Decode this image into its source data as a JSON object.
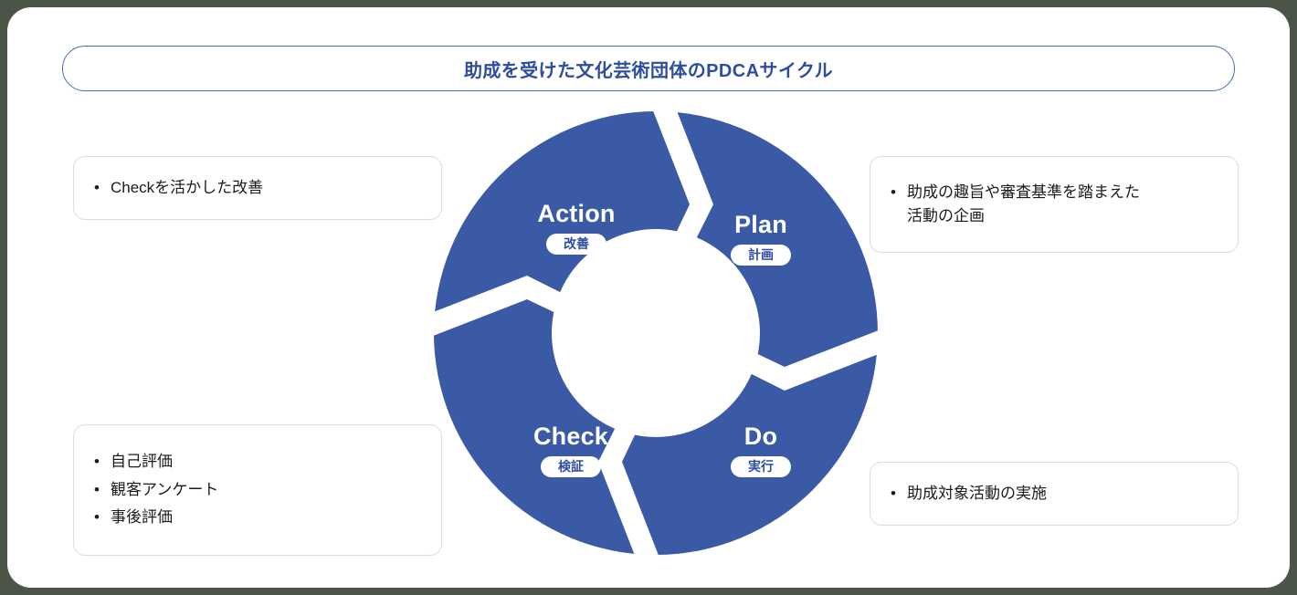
{
  "title": {
    "text": "助成を受けた文化芸術団体のPDCAサイクル"
  },
  "colors": {
    "wheel_blue": "#3a5aa5",
    "title_text": "#2d4d9e",
    "title_border": "#4a6bb5",
    "callout_border": "#dededd",
    "page_background": "#4a5547",
    "card_background": "#ffffff"
  },
  "cycle": {
    "segments": [
      {
        "key": "plan",
        "title": "Plan",
        "badge": "計画"
      },
      {
        "key": "do",
        "title": "Do",
        "badge": "実行"
      },
      {
        "key": "check",
        "title": "Check",
        "badge": "検証"
      },
      {
        "key": "action",
        "title": "Action",
        "badge": "改善"
      }
    ]
  },
  "callouts": {
    "plan": {
      "items": [
        {
          "bullet": "•",
          "line1": "助成の趣旨や審査基準を踏まえた",
          "line2": "活動の企画"
        }
      ]
    },
    "do": {
      "items": [
        {
          "bullet": "•",
          "text": "助成対象活動の実施"
        }
      ]
    },
    "check": {
      "items": [
        {
          "bullet": "•",
          "text": "自己評価"
        },
        {
          "bullet": "•",
          "text": "観客アンケート"
        },
        {
          "bullet": "•",
          "text": "事後評価"
        }
      ]
    },
    "action": {
      "items": [
        {
          "bullet": "•",
          "text": "Checkを活かした改善"
        }
      ]
    }
  }
}
